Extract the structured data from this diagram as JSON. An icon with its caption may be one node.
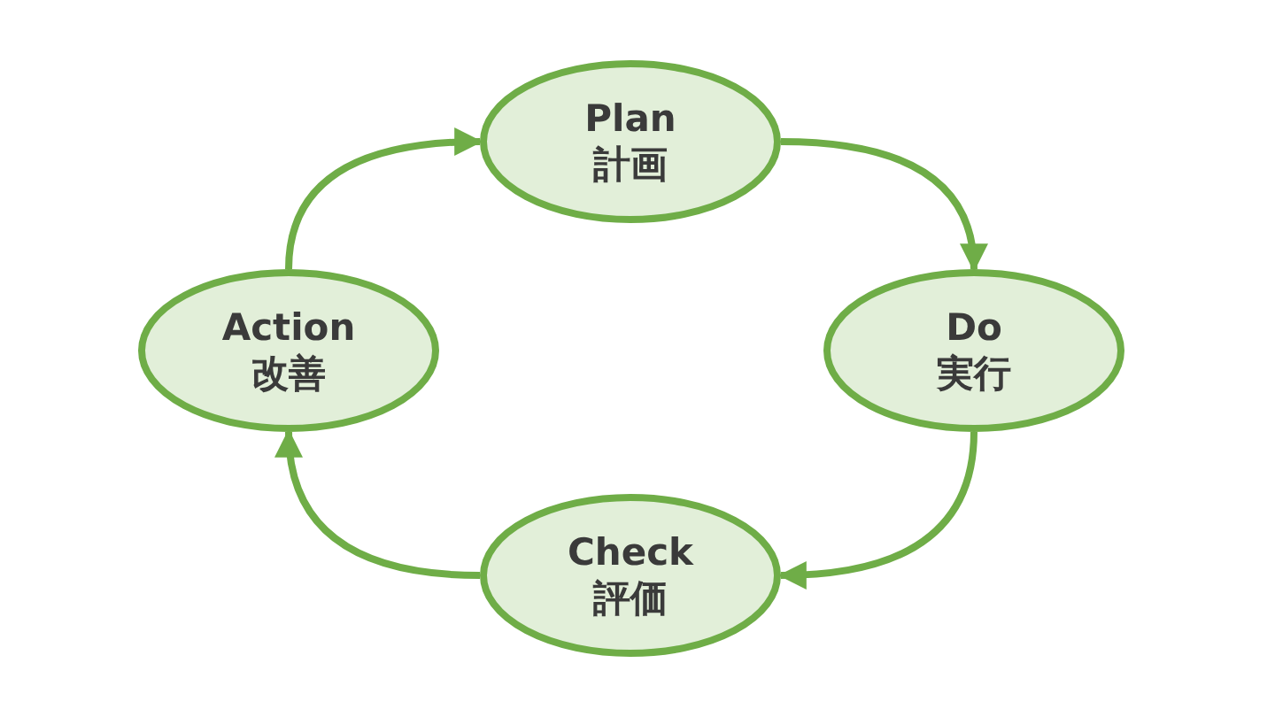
{
  "diagram": {
    "nodes": [
      {
        "text": [
          "Plan",
          "計画"
        ]
      },
      {
        "text": [
          "Do",
          "実行"
        ]
      },
      {
        "text": [
          "Check",
          "評価"
        ]
      },
      {
        "text": [
          "Action",
          "改善"
        ]
      }
    ],
    "edges": [
      {
        "from": 0,
        "to": 1,
        "arrow": "to"
      },
      {
        "from": 1,
        "to": 2,
        "arrow": "to"
      },
      {
        "from": 2,
        "to": 3,
        "arrow": "to"
      },
      {
        "from": 3,
        "to": 0,
        "arrow": "to"
      }
    ]
  }
}
